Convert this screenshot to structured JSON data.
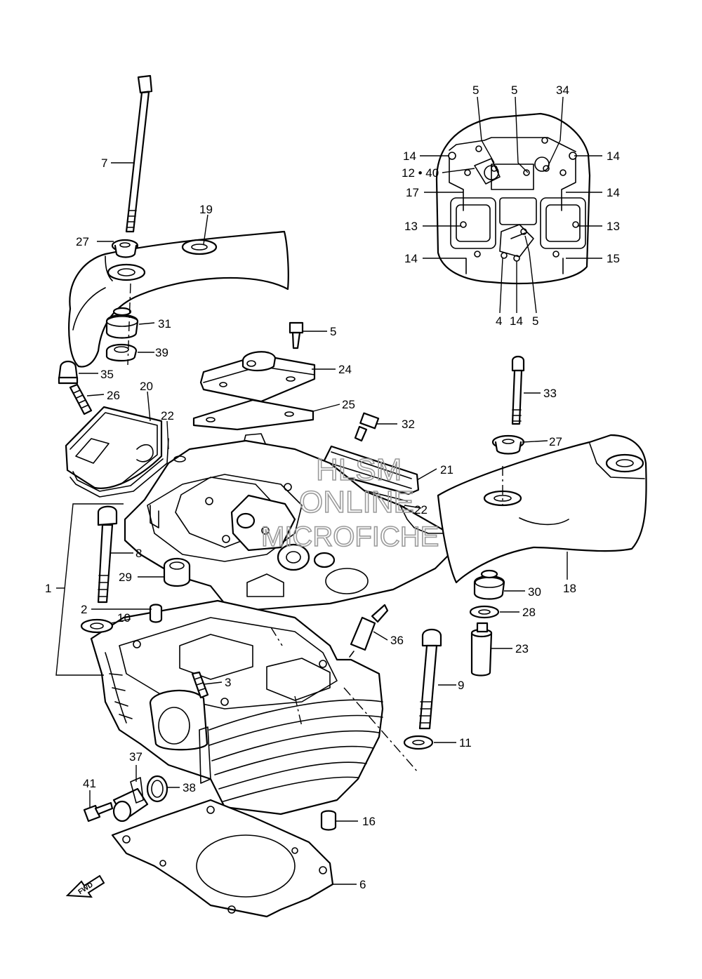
{
  "labels": {
    "l1": "1",
    "l2": "2",
    "l3": "3",
    "l4": "4",
    "l5a": "5",
    "l5b": "5",
    "l5c": "5",
    "l5d": "5",
    "l6": "6",
    "l7": "7",
    "l8": "8",
    "l9": "9",
    "l10": "10",
    "l11": "11",
    "l12_40": "12 • 40",
    "l13a": "13",
    "l13b": "13",
    "l14a": "14",
    "l14b": "14",
    "l14c": "14",
    "l14d": "14",
    "l14e": "14",
    "l15": "15",
    "l16": "16",
    "l17": "17",
    "l18": "18",
    "l19": "19",
    "l20": "20",
    "l21": "21",
    "l22a": "22",
    "l22b": "22",
    "l23": "23",
    "l24": "24",
    "l25": "25",
    "l26": "26",
    "l27a": "27",
    "l27b": "27",
    "l28": "28",
    "l29": "29",
    "l30": "30",
    "l31": "31",
    "l32": "32",
    "l33": "33",
    "l34": "34",
    "l35": "35",
    "l36": "36",
    "l37": "37",
    "l38": "38",
    "l39": "39",
    "l41": "41"
  },
  "fwd_arrow": "FWD",
  "watermark": {
    "line1": "HLSM",
    "line2": "ONLINE",
    "line3": "MICROFICHE"
  }
}
